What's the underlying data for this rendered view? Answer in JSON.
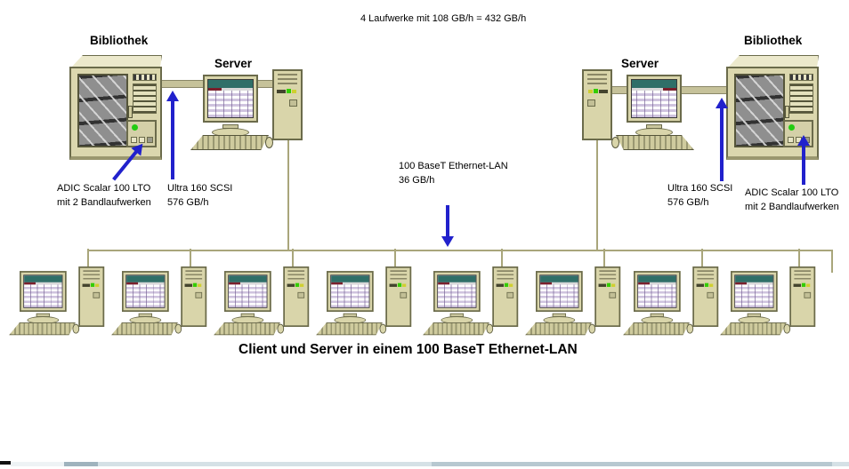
{
  "diagram": {
    "top_note": "4 Laufwerke mit 108 GB/h = 432 GB/h",
    "caption": "Client und Server in einem 100 BaseT Ethernet-LAN",
    "lan": {
      "line1": "100 BaseT Ethernet-LAN",
      "line2": "36 GB/h"
    },
    "left": {
      "library": "Bibliothek",
      "server": "Server",
      "adic1": "ADIC Scalar 100 LTO",
      "adic2": "mit 2 Bandlaufwerken",
      "scsi1": "Ultra 160 SCSI",
      "scsi2": "576 GB/h"
    },
    "right": {
      "library": "Bibliothek",
      "server": "Server",
      "adic1": "ADIC Scalar 100 LTO",
      "adic2": "mit 2 Bandlaufwerken",
      "scsi1": "Ultra 160 SCSI",
      "scsi2": "576 GB/h"
    },
    "clients": {
      "count": 8
    }
  },
  "colors": {
    "arrow_blue": "#2121cc",
    "cable_olive": "#a9a67b",
    "case_beige": "#dbd7ae",
    "screen_teal": "#2f6f68",
    "led_green": "#33cc00"
  },
  "icons": {
    "tape-library-icon": "beige cabinet, gray glass door, vents, green LED panel",
    "server-computer-icon": "beige CRT monitor + keyboard + tower",
    "client-computer-icon": "smaller beige CRT monitor + keyboard + tower",
    "up-arrow-icon": "blue arrow pointing up",
    "down-arrow-icon": "blue arrow pointing down",
    "diagonal-arrow-icon": "blue arrow pointing up-right"
  }
}
